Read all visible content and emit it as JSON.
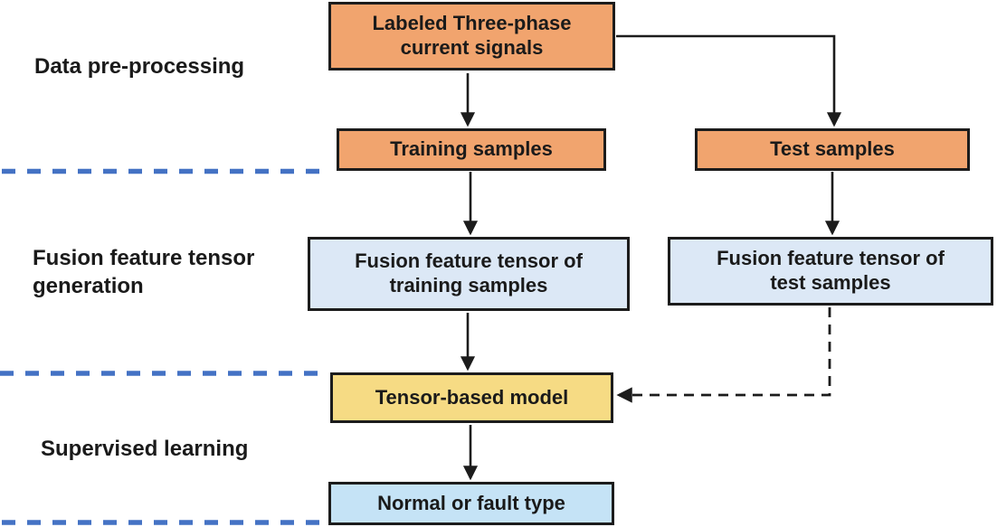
{
  "diagram": {
    "type": "flowchart",
    "stages": [
      {
        "id": "stage-1",
        "label": "Data pre-processing"
      },
      {
        "id": "stage-2",
        "label": "Fusion feature tensor\ngeneration"
      },
      {
        "id": "stage-3",
        "label": "Supervised learning"
      }
    ],
    "nodes": {
      "top_signal": {
        "label": "Labeled Three-phase\ncurrent signals",
        "fill": "#f1a46e"
      },
      "training": {
        "label": "Training samples",
        "fill": "#f1a46e"
      },
      "test": {
        "label": "Test samples",
        "fill": "#f1a46e"
      },
      "fusion_training": {
        "label": "Fusion feature tensor of\ntraining samples",
        "fill": "#dce8f6"
      },
      "fusion_test": {
        "label": "Fusion feature tensor of\ntest samples",
        "fill": "#dce8f6"
      },
      "model": {
        "label": "Tensor-based model",
        "fill": "#f6db84"
      },
      "output": {
        "label": "Normal or fault type",
        "fill": "#c5e3f6"
      }
    },
    "edges": [
      {
        "from": "top_signal",
        "to": "training",
        "style": "solid"
      },
      {
        "from": "top_signal",
        "to": "test",
        "style": "solid-elbow"
      },
      {
        "from": "training",
        "to": "fusion_training",
        "style": "solid"
      },
      {
        "from": "test",
        "to": "fusion_test",
        "style": "solid"
      },
      {
        "from": "fusion_training",
        "to": "model",
        "style": "solid"
      },
      {
        "from": "model",
        "to": "output",
        "style": "solid"
      },
      {
        "from": "fusion_test",
        "to": "model",
        "style": "dashed-elbow"
      }
    ],
    "colors": {
      "border": "#1c1c1c",
      "arrow": "#1c1c1c",
      "separator_blue": "#4472c4",
      "orange": "#f1a46e",
      "pale_blue": "#dce8f6",
      "yellow": "#f6db84",
      "sky_blue": "#c5e3f6",
      "background": "#ffffff"
    }
  }
}
